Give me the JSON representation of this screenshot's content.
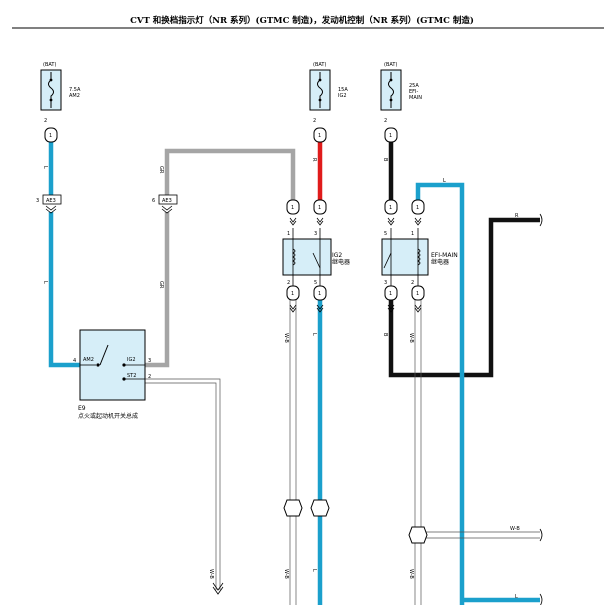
{
  "header": {
    "title": "CVT 和换档指示灯（NR 系列）(GTMC 制造)，发动机控制（NR 系列）(GTMC 制造)"
  },
  "fuses": [
    {
      "bat": "(BAT)",
      "rating": "7.5A",
      "name": "AM2",
      "pin": "2"
    },
    {
      "bat": "(BAT)",
      "rating": "15A",
      "name": "IG2",
      "pin": "2"
    },
    {
      "bat": "(BAT)",
      "rating": "25A",
      "name": "EFI-",
      "name2": "MAIN",
      "pin": "2"
    }
  ],
  "connectors": {
    "ae3_left": {
      "label": "AE3",
      "pin": "3"
    },
    "ae3_right": {
      "label": "AE3",
      "pin": "6"
    }
  },
  "wire_colors": {
    "l": "L",
    "gr": "GR",
    "r": "R",
    "b": "B",
    "w_b": "W-B"
  },
  "ig2_relay": {
    "name": "IG2",
    "sub": "继电器",
    "pins": [
      "1",
      "3",
      "2",
      "5"
    ]
  },
  "efi_relay": {
    "name": "EFI-MAIN",
    "sub": "继电器",
    "pins": [
      "5",
      "1",
      "3",
      "2"
    ]
  },
  "ignition_switch": {
    "ref": "E9",
    "name": "点火或起动机开关总成",
    "am2": "AM2",
    "ig2": "IG2",
    "st2": "ST2",
    "pin_am2": "4",
    "pin_ig2": "3",
    "pin_st2": "2"
  },
  "colors": {
    "blue": "#1ba0cc",
    "gray": "#a5a5a5",
    "red": "#e01b1b",
    "black": "#111111",
    "box_fill": "#d6eef8"
  }
}
